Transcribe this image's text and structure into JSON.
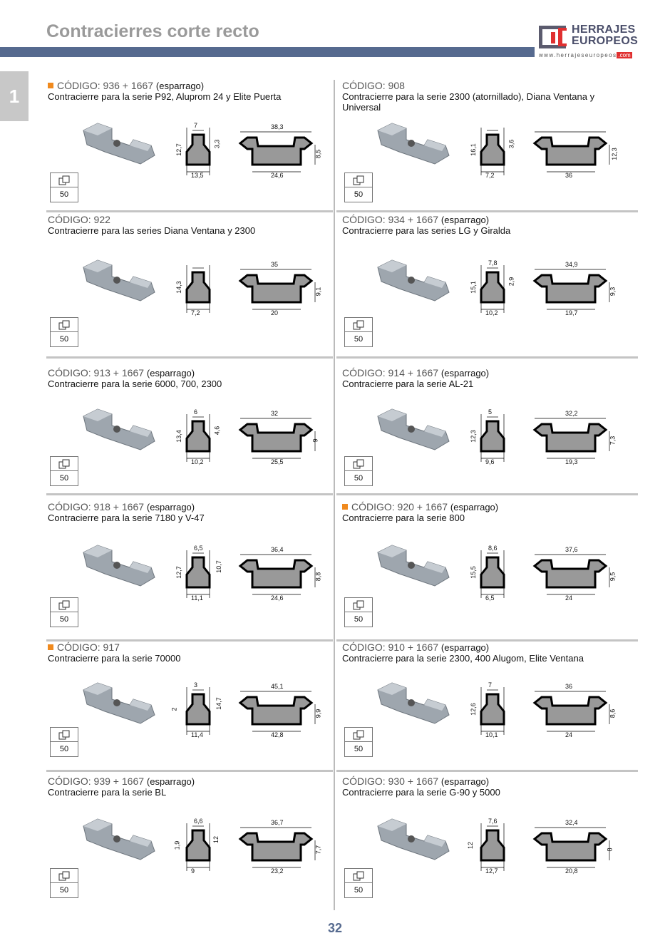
{
  "header": {
    "title": "Contracierres corte recto",
    "logo_line1": "HERRAJES",
    "logo_line2": "EUROPEOS",
    "logo_url": "www.herrajeseuropeos",
    "logo_tld": ".com"
  },
  "section_tab": "1",
  "page_number": "32",
  "colors": {
    "band": "#566a8f",
    "marker": "#f08a1e",
    "logo_red": "#e03030"
  },
  "products": [
    {
      "code": "CÓDIGO: 936 + 1667",
      "extra": "(esparrago)",
      "marked": true,
      "desc": "Contracierre para la serie P92, Aluprom 24 y Elite Puerta",
      "pack": "50",
      "side": {
        "top": "7",
        "left": "12,7",
        "right": "3,3",
        "bottom": "13,5"
      },
      "front": {
        "top": "38,3",
        "right": "8,5",
        "bottom": "24,6"
      }
    },
    {
      "code": "CÓDIGO: 908",
      "extra": "",
      "marked": false,
      "desc": "Contracierre para la serie 2300 (atornillado), Diana Ventana y Universal",
      "pack": "50",
      "side": {
        "top": "",
        "left": "16,1",
        "right": "3,6",
        "bottom": "7,2"
      },
      "front": {
        "top": "",
        "right": "12,3",
        "bottom": "36"
      }
    },
    {
      "code": "CÓDIGO: 922",
      "extra": "",
      "marked": false,
      "desc": "Contracierre para las series Diana Ventana y 2300",
      "pack": "50",
      "side": {
        "top": "",
        "left": "14,3",
        "right": "",
        "bottom": "7,2"
      },
      "front": {
        "top": "35",
        "right": "9,1",
        "bottom": "20"
      }
    },
    {
      "code": "CÓDIGO: 934  + 1667",
      "extra": "(esparrago)",
      "marked": false,
      "desc": "Contracierre para las series LG y Giralda",
      "pack": "50",
      "side": {
        "top": "7,8",
        "left": "15,1",
        "right": "2,9",
        "bottom": "10,2"
      },
      "front": {
        "top": "34,9",
        "right": "9,3",
        "bottom": "19,7"
      }
    },
    {
      "code": "CÓDIGO: 913 + 1667",
      "extra": "(esparrago)",
      "marked": false,
      "desc": "Contracierre para la serie 6000, 700, 2300",
      "pack": "50",
      "side": {
        "top": "6",
        "left": "13,4",
        "right": "4,6",
        "bottom": "10,2"
      },
      "front": {
        "top": "32",
        "right": "9",
        "bottom": "25,5"
      }
    },
    {
      "code": "CÓDIGO: 914 + 1667",
      "extra": "(esparrago)",
      "marked": false,
      "desc": "Contracierre para la serie AL-21",
      "pack": "50",
      "side": {
        "top": "5",
        "left": "12,3",
        "right": "",
        "bottom": "9,6"
      },
      "front": {
        "top": "32,2",
        "right": "7,3",
        "bottom": "19,3"
      }
    },
    {
      "code": "CÓDIGO: 918 + 1667",
      "extra": "(esparrago)",
      "marked": false,
      "desc": "Contracierre para la serie 7180 y V-47",
      "pack": "50",
      "side": {
        "top": "6,5",
        "left": "12,7",
        "right": "10,7",
        "bottom": "11,1"
      },
      "front": {
        "top": "36,4",
        "right": "8,8",
        "bottom": "24,6"
      }
    },
    {
      "code": "CÓDIGO: 920 + 1667",
      "extra": "(esparrago)",
      "marked": true,
      "desc": "Contracierre para la serie 800",
      "pack": "50",
      "side": {
        "top": "8,6",
        "left": "15,5",
        "right": "",
        "bottom": "6,5"
      },
      "front": {
        "top": "37,6",
        "right": "9,5",
        "bottom": "24"
      }
    },
    {
      "code": "CÓDIGO: 917",
      "extra": "",
      "marked": true,
      "desc": "Contracierre para la serie 70000",
      "pack": "50",
      "side": {
        "top": "3",
        "left": "2",
        "right": "14,7",
        "bottom": "11,4"
      },
      "front": {
        "top": "45,1",
        "right": "9,9",
        "bottom": "42,8"
      }
    },
    {
      "code": "CÓDIGO: 910 + 1667",
      "extra": "(esparrago)",
      "marked": false,
      "desc": "Contracierre para la serie 2300, 400 Alugom, Elite Ventana",
      "pack": "50",
      "side": {
        "top": "7",
        "left": "12,6",
        "right": "",
        "bottom": "10,1"
      },
      "front": {
        "top": "36",
        "right": "8,6",
        "bottom": "24"
      }
    },
    {
      "code": "CÓDIGO: 939 + 1667",
      "extra": "(esparrago)",
      "marked": false,
      "desc": "Contracierre para la serie BL",
      "pack": "50",
      "side": {
        "top": "6,6",
        "left": "1,9",
        "right": "12",
        "bottom": "9"
      },
      "front": {
        "top": "36,7",
        "right": "7,7",
        "bottom": "23,2"
      }
    },
    {
      "code": "CÓDIGO: 930 + 1667",
      "extra": "(esparrago)",
      "marked": false,
      "desc": "Contracierre para la serie G-90 y 5000",
      "pack": "50",
      "side": {
        "top": "7,6",
        "left": "12",
        "right": "",
        "bottom": "12,7"
      },
      "front": {
        "top": "32,4",
        "right": "8",
        "bottom": "20,8"
      }
    }
  ]
}
